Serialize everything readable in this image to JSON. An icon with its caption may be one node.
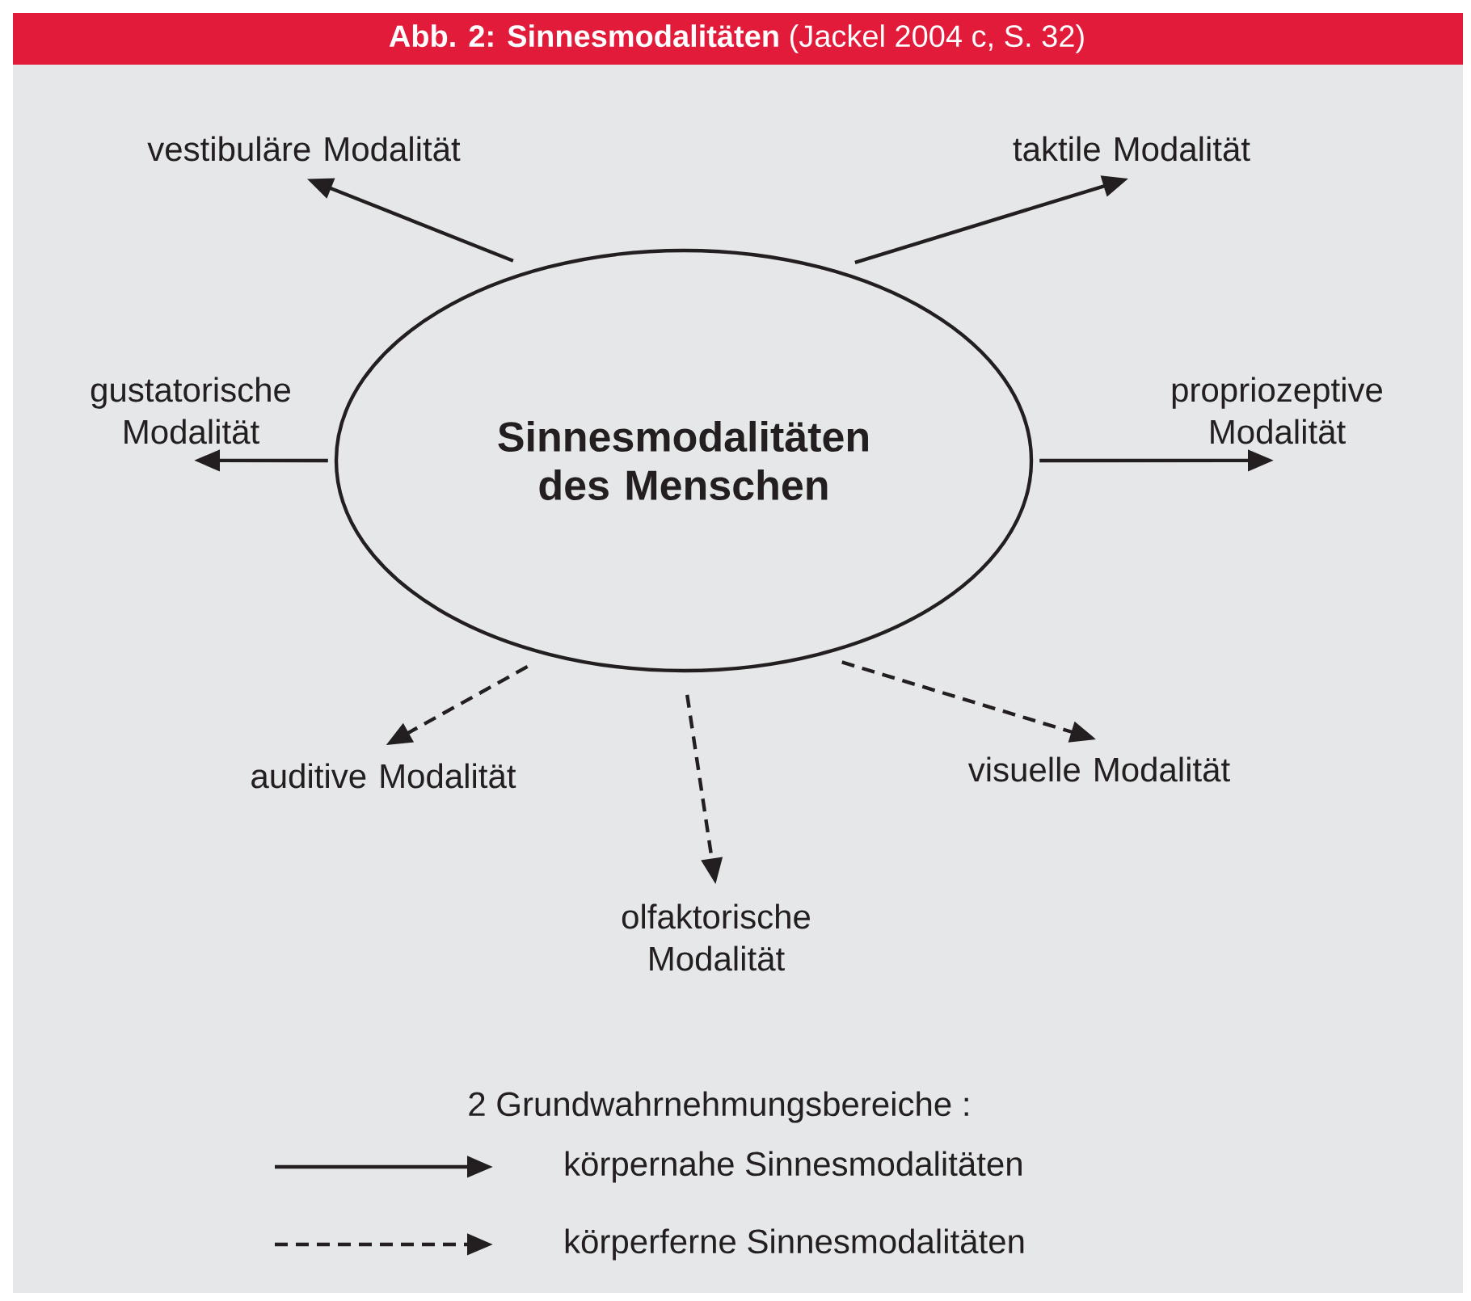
{
  "diagram": {
    "title": "**Abb. 2: Sinnesmodalitäten** (Jackel 2004 c, S. 32)",
    "nodes": [
      {
        "text": [
          "Sinnesmodalitäten des Menschen"
        ]
      },
      {
        "text": [
          "vestibuläre Modalität"
        ]
      },
      {
        "text": [
          "taktile Modalität"
        ]
      },
      {
        "text": [
          "gustatorische Modalität"
        ]
      },
      {
        "text": [
          "propriozeptive Modalität"
        ]
      },
      {
        "text": [
          "auditive Modalität"
        ]
      },
      {
        "text": [
          "visuelle Modalität"
        ]
      },
      {
        "text": [
          "olfaktorische Modalität"
        ]
      }
    ],
    "edges": [
      {
        "from": 0,
        "to": 1,
        "arrow": "to"
      },
      {
        "from": 0,
        "to": 2,
        "arrow": "to"
      },
      {
        "from": 0,
        "to": 3,
        "arrow": "to"
      },
      {
        "from": 0,
        "to": 4,
        "arrow": "to"
      },
      {
        "from": 0,
        "to": 5,
        "arrow": "to",
        "style": "dashed"
      },
      {
        "from": 0,
        "to": 6,
        "arrow": "to",
        "style": "dashed"
      },
      {
        "from": 0,
        "to": 7,
        "arrow": "to",
        "style": "dashed"
      }
    ],
    "labels": [
      "2 Grundwahrnehmungsbereiche :"
    ],
    "legend": [
      {
        "text": "körpernahe Sinnesmodalitäten"
      },
      {
        "text": "körperferne Sinnesmodalitäten"
      }
    ]
  }
}
